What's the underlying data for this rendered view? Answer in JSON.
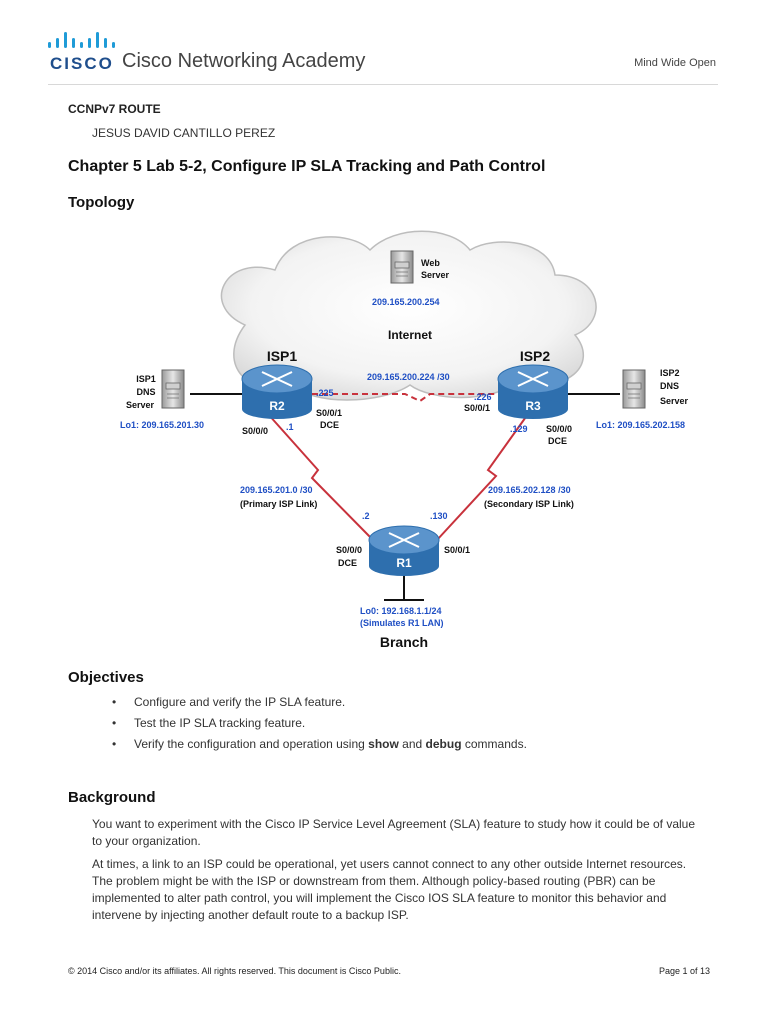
{
  "header": {
    "logo_text": "CISCO",
    "title": "Cisco Networking Academy",
    "tagline": "Mind Wide Open"
  },
  "course": "CCNPv7 ROUTE",
  "author": "JESUS DAVID CANTILLO PEREZ",
  "title": "Chapter 5 Lab 5-2, Configure IP SLA Tracking and Path Control",
  "topology": {
    "heading": "Topology",
    "internet": "Internet",
    "web_server_line1": "Web",
    "web_server_line2": "Server",
    "web_server_ip": "209.165.200.254",
    "isp1": "ISP1",
    "isp2": "ISP2",
    "r1": "R1",
    "r2": "R2",
    "r3": "R3",
    "branch": "Branch",
    "isp1_dns_line1": "ISP1",
    "isp1_dns_line2": "DNS",
    "isp1_dns_line3": "Server",
    "isp2_dns_line1": "ISP2",
    "isp2_dns_line2": "DNS",
    "isp2_dns_line3": "Server",
    "isp1_lo": "Lo1: 209.165.201.30",
    "isp2_lo": "Lo1: 209.165.202.158",
    "isp_link_net": "209.165.200.224 /30",
    "r2_isp_ip": ".225",
    "r2_isp_if": "S0/0/1",
    "r2_isp_dce": "DCE",
    "r3_isp_ip": ".226",
    "r3_isp_if": "S0/0/1",
    "r2_s000": "S0/0/0",
    "r2_s000_ip": ".1",
    "r3_s000_ip": ".129",
    "r3_s000": "S0/0/0",
    "r3_s000_dce": "DCE",
    "primary_net": "209.165.201.0 /30",
    "primary_label": "(Primary ISP Link)",
    "secondary_net": "209.165.202.128 /30",
    "secondary_label": "(Secondary ISP Link)",
    "r1_left_ip": ".2",
    "r1_right_ip": ".130",
    "r1_s000": "S0/0/0",
    "r1_s000_dce": "DCE",
    "r1_s001": "S0/0/1",
    "r1_lo": "Lo0: 192.168.1.1/24",
    "r1_lo_note": "(Simulates R1 LAN)"
  },
  "objectives": {
    "heading": "Objectives",
    "items": [
      {
        "pre": "Configure and verify the IP SLA feature.",
        "b1": "",
        "mid": "",
        "b2": "",
        "post": ""
      },
      {
        "pre": "Test the IP SLA tracking feature.",
        "b1": "",
        "mid": "",
        "b2": "",
        "post": ""
      },
      {
        "pre": "Verify the configuration and operation using ",
        "b1": "show",
        "mid": " and ",
        "b2": "debug",
        "post": " commands."
      }
    ]
  },
  "background": {
    "heading": "Background",
    "p1": "You want to experiment with the Cisco IP Service Level Agreement (SLA) feature to study how it could be of value to your organization.",
    "p2": "At times, a link to an ISP could be operational, yet users cannot connect to any other outside Internet resources. The problem might be with the ISP or downstream from them. Although policy-based routing (PBR) can be implemented to alter path control, you will implement the Cisco IOS SLA feature to monitor this behavior and intervene by injecting another default route to a backup ISP."
  },
  "footer": {
    "left": "© 2014 Cisco and/or its affiliates. All rights reserved. This document is Cisco Public.",
    "right": "Page 1 of 13"
  },
  "colors": {
    "link_red": "#c8323c",
    "router_blue": "#2e6fae",
    "label_blue": "#1f4fc4",
    "cisco_blue": "#1f4e8c"
  }
}
